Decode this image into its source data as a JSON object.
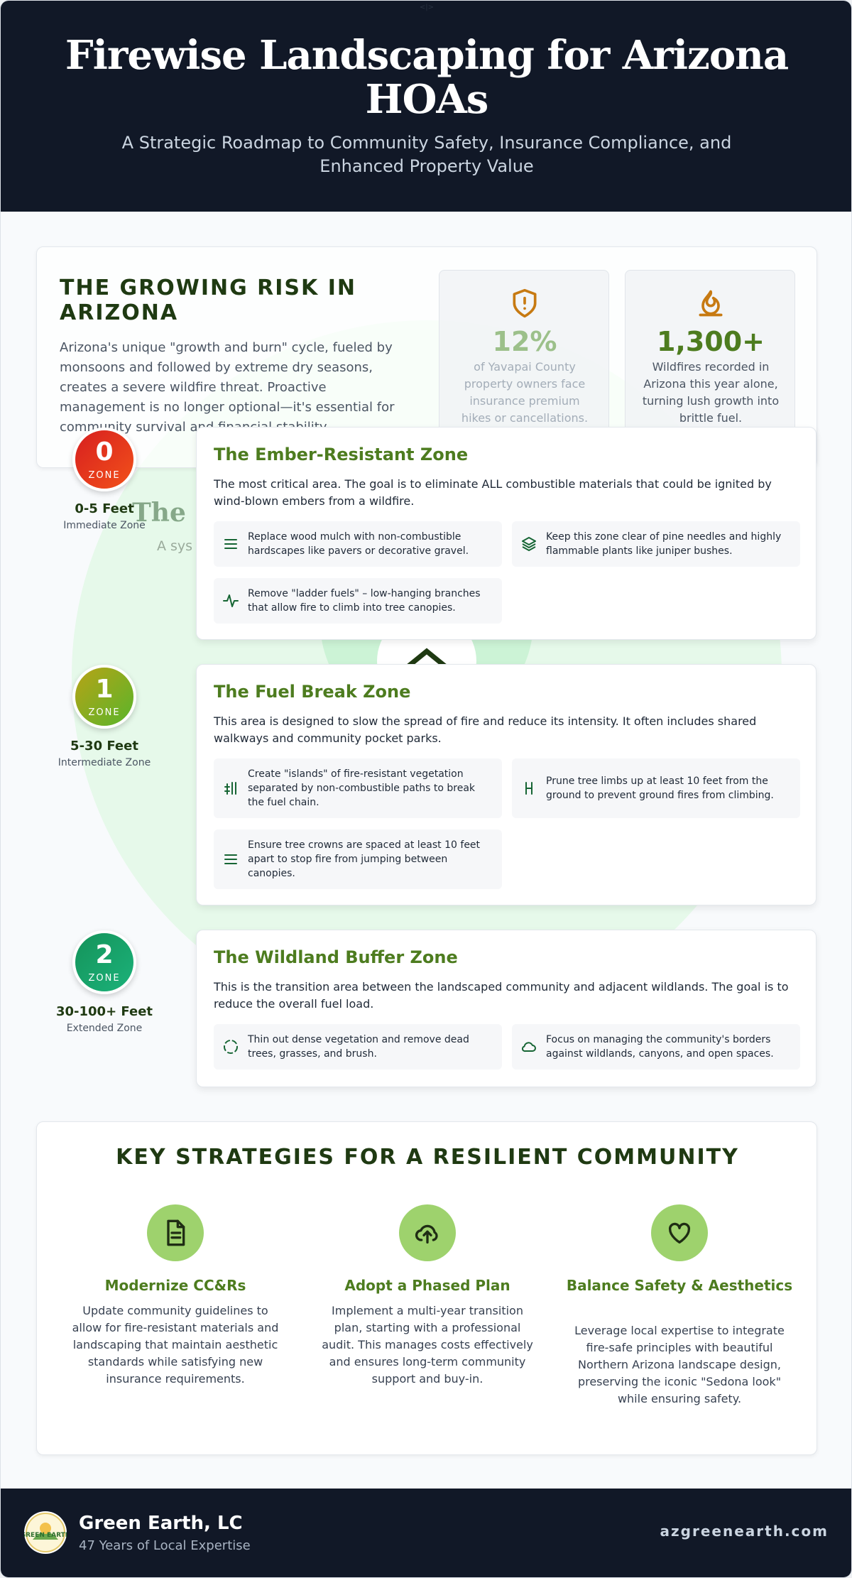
{
  "header": {
    "mark": "<|>",
    "title": "Firewise Landscaping for Arizona HOAs",
    "subtitle": "A Strategic Roadmap to Community Safety, Insurance Compliance, and Enhanced Property Value"
  },
  "background": {
    "ghost_title": "The",
    "ghost_subtitle": "A sys"
  },
  "risk": {
    "title": "THE GROWING RISK IN ARIZONA",
    "text": "Arizona's unique \"growth and burn\" cycle, fueled by monsoons and followed by extreme dry seasons, creates a severe wildfire threat. Proactive management is no longer optional—it's essential for community survival and financial stability.",
    "stats": [
      {
        "icon": "shield-alert-icon",
        "value": "12%",
        "desc": "of Yavapai County property owners face insurance premium hikes or cancellations."
      },
      {
        "icon": "fire-icon",
        "value": "1,300+",
        "desc": "Wildfires recorded in Arizona this year alone, turning lush growth into brittle fuel."
      }
    ]
  },
  "zones": [
    {
      "number": "0",
      "badge_label": "ZONE",
      "distance": "0-5 Feet",
      "range": "Immediate Zone",
      "title": "The Ember-Resistant Zone",
      "desc": "The most critical area. The goal is to eliminate ALL combustible materials that could be ignited by wind-blown embers from a wildfire.",
      "tips": [
        {
          "icon": "lines-icon",
          "text": "Replace wood mulch with non-combustible hardscapes like pavers or decorative gravel."
        },
        {
          "icon": "layers-icon",
          "text": "Keep this zone clear of pine needles and highly flammable plants like juniper bushes."
        },
        {
          "icon": "activity-icon",
          "text": "Remove \"ladder fuels\" – low-hanging branches that allow fire to climb into tree canopies."
        }
      ]
    },
    {
      "number": "1",
      "badge_label": "ZONE",
      "distance": "5-30 Feet",
      "range": "Intermediate Zone",
      "title": "The Fuel Break Zone",
      "desc": "This area is designed to slow the spread of fire and reduce its intensity. It often includes shared walkways and community pocket parks.",
      "tips": [
        {
          "icon": "islands-icon",
          "text": "Create \"islands\" of fire-resistant vegetation separated by non-combustible paths to break the fuel chain."
        },
        {
          "icon": "prune-icon",
          "text": "Prune tree limbs up at least 10 feet from the ground to prevent ground fires from climbing."
        },
        {
          "icon": "lines-icon",
          "text": "Ensure tree crowns are spaced at least 10 feet apart to stop fire from jumping between canopies."
        }
      ]
    },
    {
      "number": "2",
      "badge_label": "ZONE",
      "distance": "30-100+ Feet",
      "range": "Extended Zone",
      "title": "The Wildland Buffer Zone",
      "desc": "This is the transition area between the landscaped community and adjacent wildlands. The goal is to reduce the overall fuel load.",
      "tips": [
        {
          "icon": "circle-dashed-icon",
          "text": "Thin out dense vegetation and remove dead trees, grasses, and brush."
        },
        {
          "icon": "cloud-icon",
          "text": "Focus on managing the community's borders against wildlands, canyons, and open spaces."
        }
      ]
    }
  ],
  "strategies": {
    "title": "KEY STRATEGIES FOR A RESILIENT COMMUNITY",
    "items": [
      {
        "icon": "document-icon",
        "title": "Modernize CC&Rs",
        "desc": "Update community guidelines to allow for fire-resistant materials and landscaping that maintain aesthetic standards while satisfying new insurance requirements."
      },
      {
        "icon": "cloud-upload-icon",
        "title": "Adopt a Phased Plan",
        "desc": "Implement a multi-year transition plan, starting with a professional audit. This manages costs effectively and ensures long-term community support and buy-in."
      },
      {
        "icon": "heart-icon",
        "title": "Balance Safety & Aesthetics",
        "desc": "Leverage local expertise to integrate fire-safe principles with beautiful Northern Arizona landscape design, preserving the iconic \"Sedona look\" while ensuring safety."
      }
    ]
  },
  "footer": {
    "logo_text": "GREEN EARTH",
    "brand": "Green Earth, LC",
    "tagline": "47 Years of Local Expertise",
    "site": "azgreenearth.com"
  },
  "colors": {
    "header_bg": "#111827",
    "accent_green": "#4d7c1f",
    "dark_green": "#1f3a12",
    "zone0": "#dc2626",
    "zone1": "#84b01c",
    "zone2": "#16a34a",
    "stat_icon": "#c77a12"
  }
}
